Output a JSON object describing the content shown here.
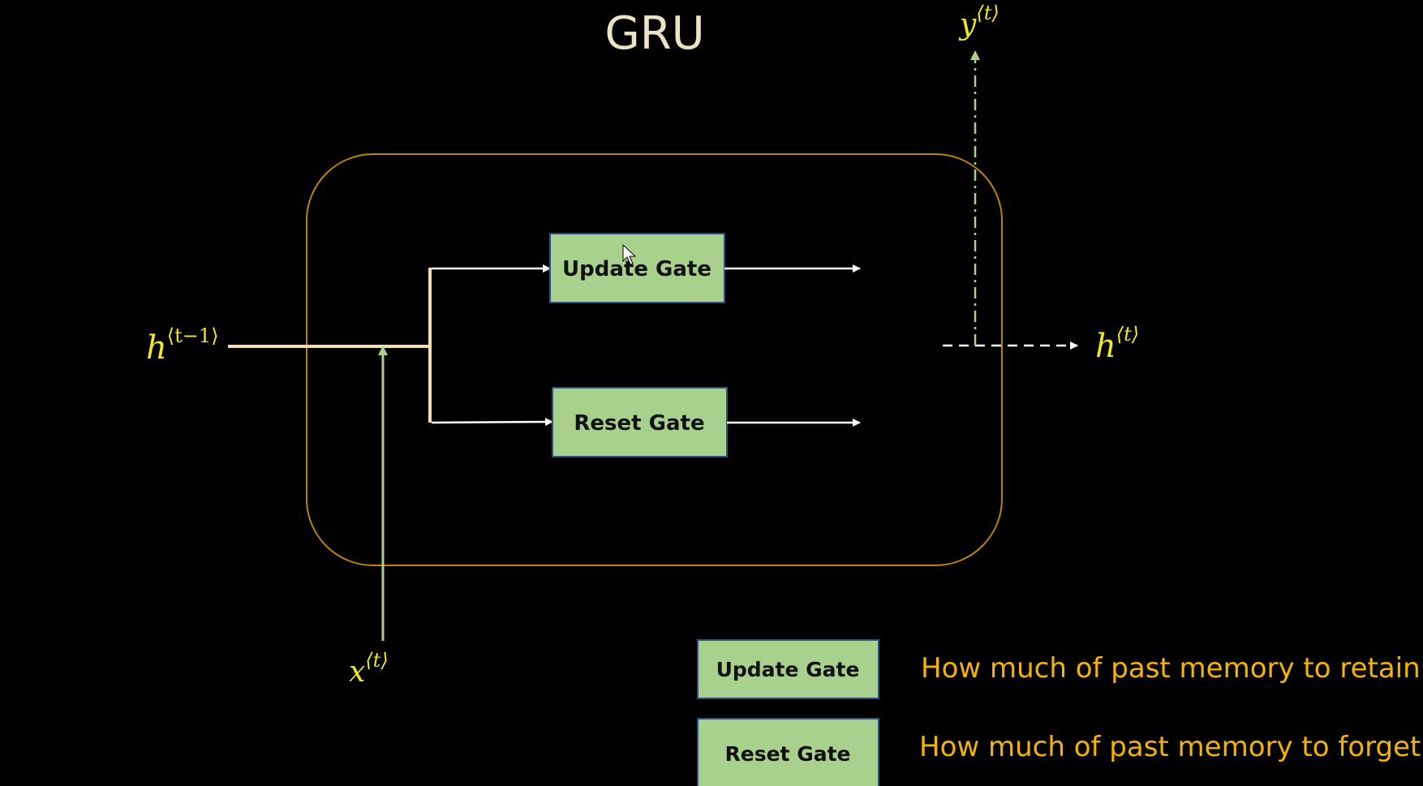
{
  "title": "GRU",
  "cell": {
    "gates": {
      "update": "Update Gate",
      "reset": "Reset Gate"
    },
    "inputs": {
      "prev_hidden_base": "h",
      "prev_hidden_sup": "⟨t−1⟩",
      "input_base": "x",
      "input_sup": "⟨t⟩"
    },
    "outputs": {
      "hidden_base": "h",
      "hidden_sup": "⟨t⟩",
      "output_base": "y",
      "output_sup": "⟨t⟩"
    }
  },
  "legend": [
    {
      "gate": "Update Gate",
      "description": "How much of past memory to retain"
    },
    {
      "gate": "Reset Gate",
      "description": "How much of past memory to forget"
    }
  ],
  "colors": {
    "background": "#000000",
    "cell_border": "#b8860b",
    "gate_fill": "#a9d18e",
    "gate_border": "#2f4f7f",
    "hidden_line": "#f5deb3",
    "input_line": "#a9d18e",
    "math_text": "#f0ea1c",
    "legend_text": "#f5b400"
  }
}
